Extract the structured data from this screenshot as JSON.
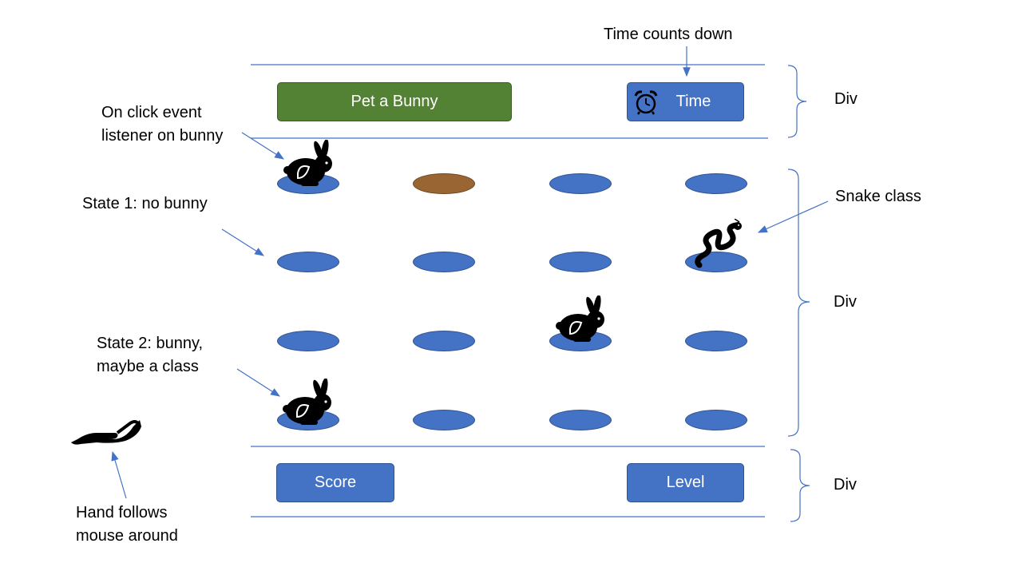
{
  "header": {
    "pet_button": "Pet a Bunny",
    "time_button": "Time",
    "time_icon": "alarm-clock-icon"
  },
  "footer": {
    "score_button": "Score",
    "level_button": "Level"
  },
  "annotations": {
    "time_counts_down": "Time counts down",
    "on_click_line1": "On click event",
    "on_click_line2": "listener on bunny",
    "state1": "State 1: no bunny",
    "state2_line1": "State 2: bunny,",
    "state2_line2": "maybe a class",
    "snake_class": "Snake class",
    "hand_line1": "Hand follows",
    "hand_line2": "mouse around",
    "div_top": "Div",
    "div_middle": "Div",
    "div_bottom": "Div"
  },
  "colors": {
    "blue": "#4472c4",
    "green": "#548235",
    "dirt": "#996633",
    "line": "#4472c4"
  },
  "icons": {
    "bunny": "bunny-icon",
    "snake": "snake-icon",
    "hand": "hand-icon"
  }
}
